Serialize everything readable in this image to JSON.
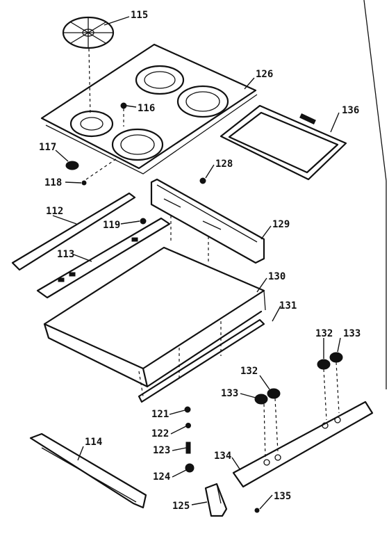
{
  "labels": {
    "p115": "115",
    "p126": "126",
    "p116": "116",
    "p136": "136",
    "p117": "117",
    "p118": "118",
    "p128": "128",
    "p112": "112",
    "p119": "119",
    "p129": "129",
    "p113": "113",
    "p130": "130",
    "p131": "131",
    "p132a": "132",
    "p133a": "133",
    "p132b": "132",
    "p133b": "133",
    "p121": "121",
    "p122": "122",
    "p123": "123",
    "p124": "124",
    "p114": "114",
    "p134": "134",
    "p125": "125",
    "p135": "135"
  }
}
